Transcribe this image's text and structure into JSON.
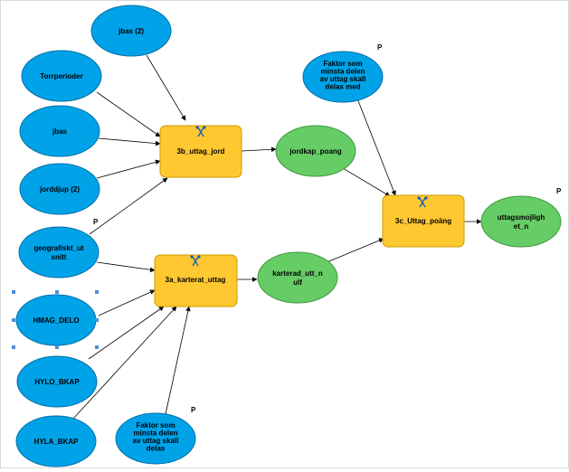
{
  "colors": {
    "input_fill": "#00A2E8",
    "input_stroke": "#0070A8",
    "tool_fill": "#FFC830",
    "tool_stroke": "#CC9A00",
    "output_fill": "#66CC66",
    "output_stroke": "#3F9A3F",
    "connector": "#000000",
    "selection": "#4A90D9"
  },
  "inputs": {
    "jbas2": [
      "jbas (2)"
    ],
    "torrperioder": [
      "Torrperioder"
    ],
    "jbas": [
      "jbas"
    ],
    "jorddjup2": [
      "jorddjup (2)"
    ],
    "geografiskt": [
      "geografiskt_ut",
      "snitt"
    ],
    "hmag": [
      "HMAG_DELO"
    ],
    "hylo": [
      "HYLO_BKAP"
    ],
    "hyla": [
      "HYLA_BKAP"
    ],
    "faktor_bottom": [
      "Faktor som",
      "minsta delen",
      "av uttag skall",
      "delas"
    ],
    "faktor_top": [
      "Faktor som",
      "minsta delen",
      "av uttag skall",
      "delas med"
    ]
  },
  "tools": {
    "tool_3b": "3b_uttag_jord",
    "tool_3a": "3a_karterat_uttag",
    "tool_3c": "3c_Uttag_poäng"
  },
  "outputs": {
    "jordkap": [
      "jordkap_poang"
    ],
    "karterad": [
      "karterad_utt_n",
      "ulf"
    ],
    "uttagsmojlighet": [
      "uttagsmojligh",
      "et_n"
    ]
  },
  "markers": {
    "parameter": "P"
  }
}
